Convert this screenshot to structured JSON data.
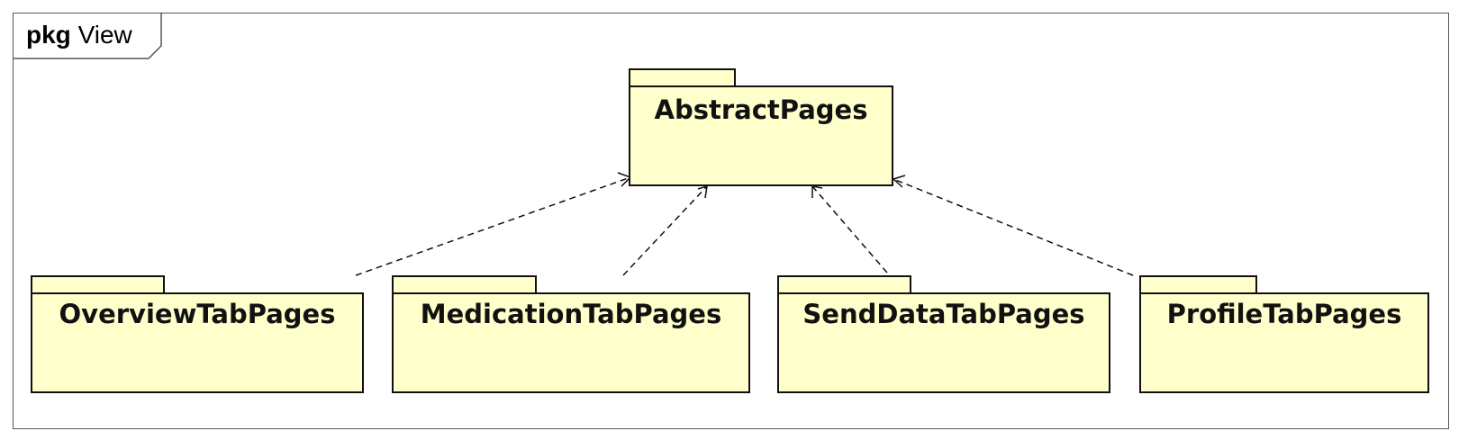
{
  "frame": {
    "keyword": "pkg",
    "name": "View"
  },
  "packages": {
    "abstract": "AbstractPages",
    "overview": "OverviewTabPages",
    "medication": "MedicationTabPages",
    "senddata": "SendDataTabPages",
    "profile": "ProfileTabPages"
  },
  "colors": {
    "package_fill": "#ffffcc",
    "stroke": "#111111"
  }
}
